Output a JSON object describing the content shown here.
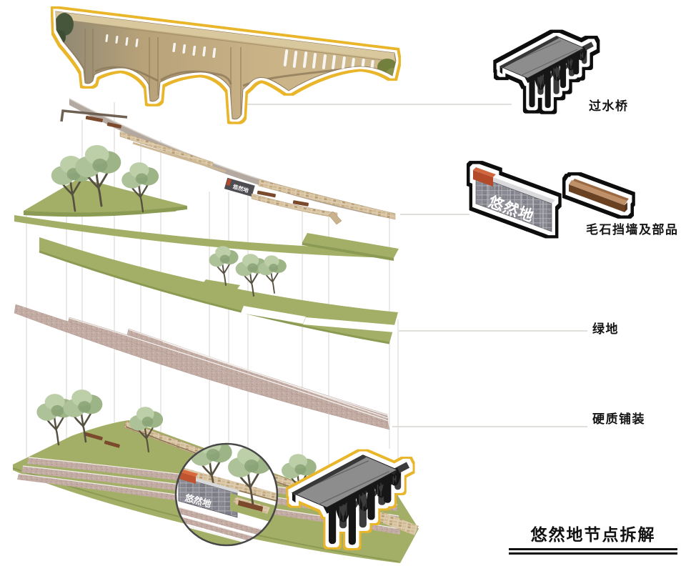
{
  "title": {
    "text": "悠然地节点拆解"
  },
  "callouts": [
    {
      "label": "过水桥",
      "icon": "aqueduct-bridge-icon"
    },
    {
      "label": "毛石挡墙及部品",
      "icon": "rubble-wall-and-parts-icon"
    },
    {
      "label": "绿地",
      "icon": "green-space-layer"
    },
    {
      "label": "硬质铺装",
      "icon": "hard-paving-layer"
    }
  ],
  "signs": {
    "wall_icon_text": "悠然地",
    "layer_sign_text": "悠然地",
    "detail_sign_text": "悠然地"
  },
  "colors": {
    "accent_yellow": "#e9b62a",
    "outline_black": "#101010",
    "green": "#a3af66",
    "green_edge": "#8c9b53",
    "paving": "#c3aca4",
    "rubble": "#ddcbae",
    "road_gray": "#b3a9a0",
    "bench_brown": "#7b4a2d",
    "sign_red": "#b5492c",
    "ink": "#141414"
  }
}
